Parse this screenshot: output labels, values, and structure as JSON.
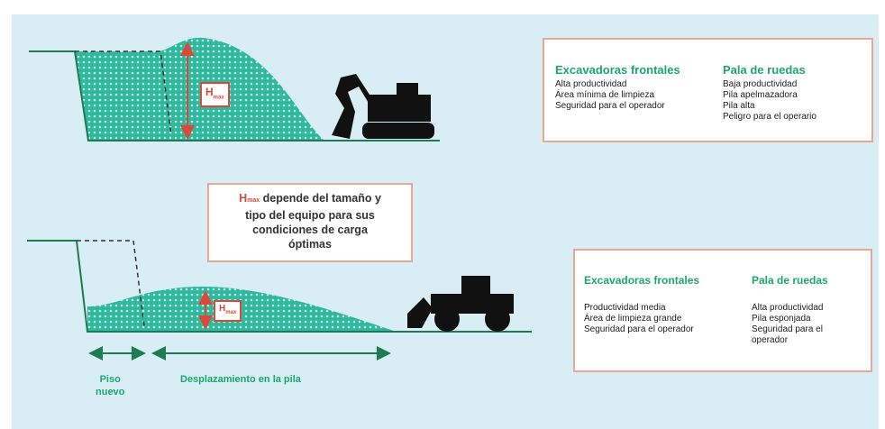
{
  "top_box": {
    "left_heading": "Excavadoras frontales",
    "left_items": [
      "Alta productividad",
      "Área mínima de limpieza",
      "Seguridad para el operador"
    ],
    "right_heading": "Pala de ruedas",
    "right_items": [
      "Baja productividad",
      "Pila apelmazadora",
      "Pila alta",
      "Peligro para el operario"
    ]
  },
  "middle_note": {
    "symbol": "H",
    "subscript": "max",
    "text_line1": " depende del tamaño y",
    "text_line2": "tipo del equipo para sus",
    "text_line3": "condiciones de carga",
    "text_line4": "óptimas"
  },
  "bottom_box": {
    "left_heading": "Excavadoras frontales",
    "left_items": [
      "Productividad media",
      "Área de limpieza grande",
      "Seguridad para el operador"
    ],
    "right_heading": "Pala de ruedas",
    "right_items": [
      "Alta productividad",
      "Pila esponjada",
      "Seguridad para el",
      "operador"
    ]
  },
  "hmax_label": {
    "symbol": "H",
    "subscript": "max"
  },
  "labels": {
    "piso_line1": "Piso",
    "piso_line2": "nuevo",
    "desplazamiento": "Desplazamiento en la pila"
  },
  "colors": {
    "background": "#d9eef4",
    "pile": "#2fb89e",
    "ground": "#1f7a55",
    "accent_red": "#d94a38",
    "heading_green": "#1aa86e",
    "box_border": "#e8a898"
  }
}
